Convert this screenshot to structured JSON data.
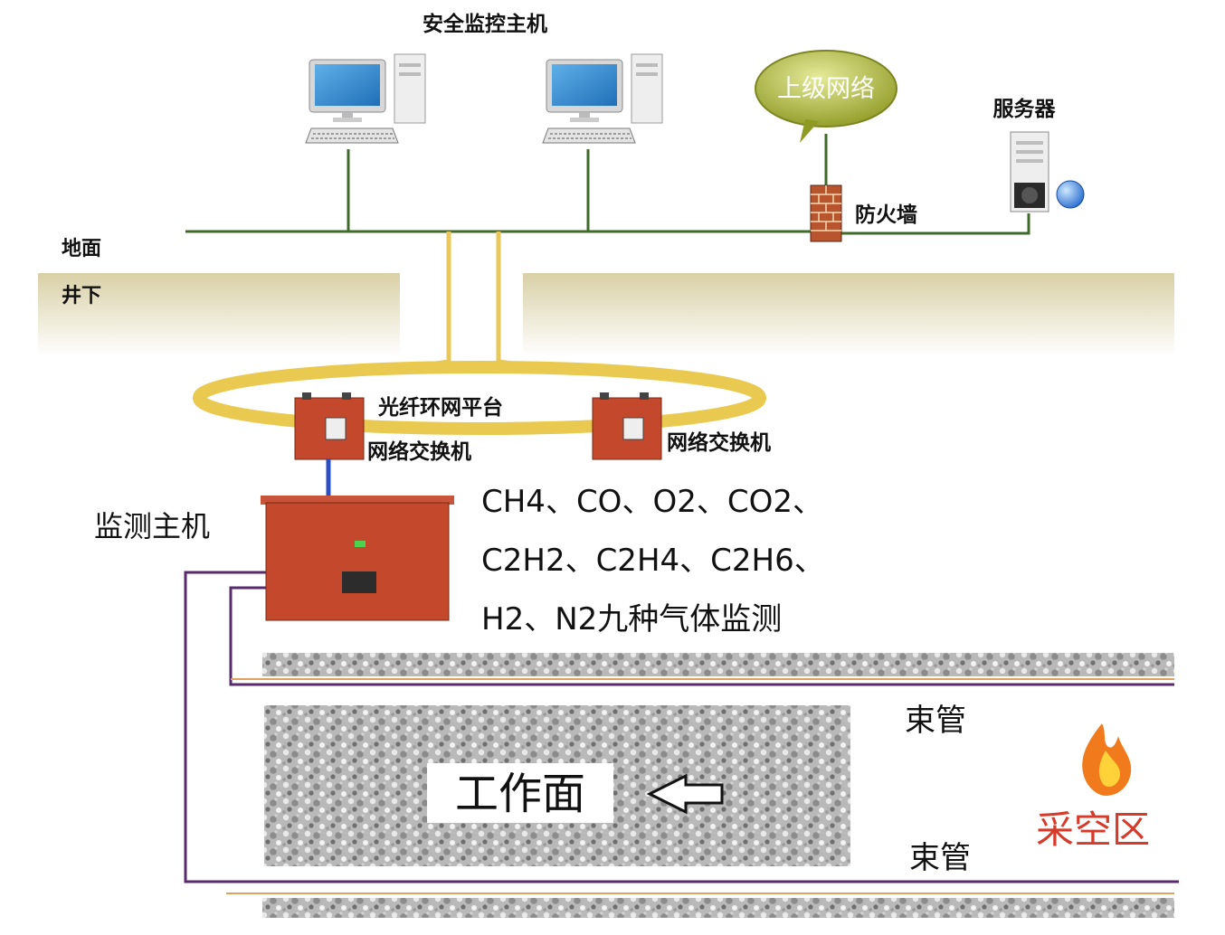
{
  "labels": {
    "security_host": "安全监控主机",
    "upper_network": "上级网络",
    "server": "服务器",
    "firewall": "防火墙",
    "ground": "地面",
    "underground": "井下",
    "fiber_ring": "光纤环网平台",
    "switch_left": "网络交换机",
    "switch_right": "网络交换机",
    "monitor_host": "监测主机",
    "gas_line1": "CH4、CO、O2、CO2、",
    "gas_line2": "C2H2、C2H4、C2H6、",
    "gas_line3": "H2、N2九种气体监测",
    "bundle_tube_top": "束管",
    "bundle_tube_bottom": "束管",
    "working_face": "工作面",
    "goaf": "采空区"
  },
  "icons": {
    "computer_left": "desktop-computer-icon",
    "computer_right": "desktop-computer-icon",
    "server": "server-tower-icon",
    "globe": "globe-icon",
    "firewall": "brick-wall-icon",
    "fire": "fire-icon",
    "arrow": "left-arrow-icon"
  },
  "colors": {
    "network_line": "#3f6b2a",
    "fiber_line": "#e8c85a",
    "ring": "#e9c94f",
    "equipment": "#c0452a",
    "tube_purple": "#5a2a6e",
    "tube_orange": "#e0a060",
    "goaf_text": "#d63a2a",
    "cloud": "#a9b33a",
    "ground_band": "#d8cfa8"
  }
}
